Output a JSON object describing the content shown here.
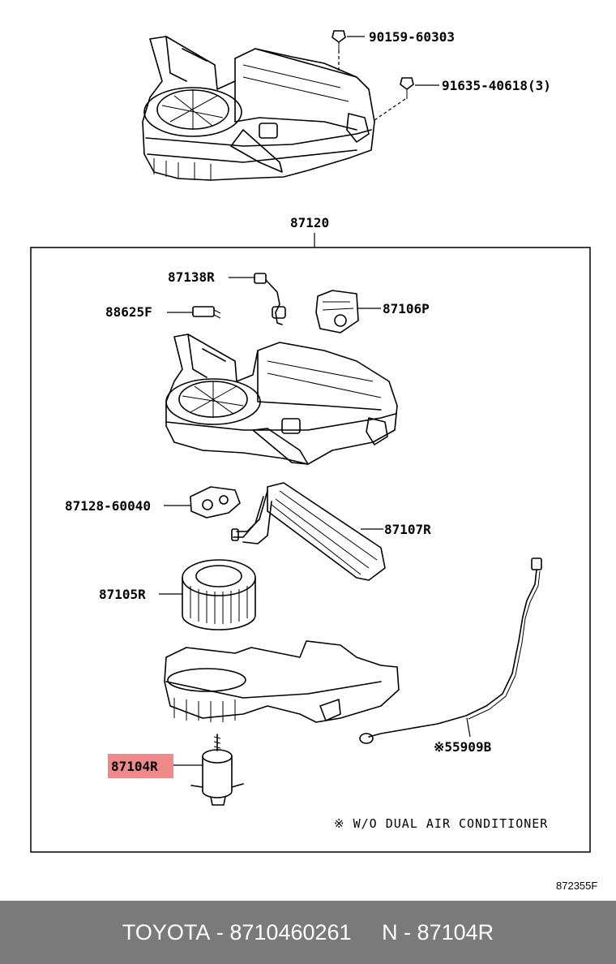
{
  "diagram": {
    "top_labels": {
      "bolt_a": "90159-60303",
      "bolt_b": "91635-40618(3)"
    },
    "assembly_label": "87120",
    "part_labels": {
      "p87138r": "87138R",
      "p88625f": "88625F",
      "p87106p": "87106P",
      "p87128": "87128-60040",
      "p87107r": "87107R",
      "p87105r": "87105R",
      "p55909b": "※55909B",
      "p87104r": "87104R"
    },
    "note": "※  W/O DUAL AIR CONDITIONER",
    "diagram_code": "872355F",
    "highlight_color": "#f08a8a"
  },
  "footer": {
    "brand": "TOYOTA",
    "part_number": "8710460261",
    "ref": "N - 87104R"
  }
}
